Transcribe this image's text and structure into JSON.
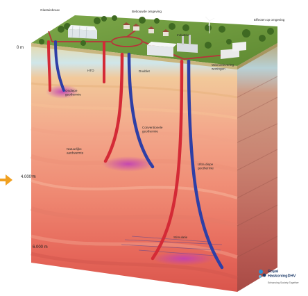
{
  "surface_labels": {
    "glashouse": "Glastuinbouw",
    "bebouwde": "Bebouwde omgeving",
    "effecten": "Effecten op omgeving",
    "industrie": "Industrie",
    "warmte": "Warmtelevering\nwoningen"
  },
  "depth_labels": {
    "d0": "0 m",
    "d4000": "4.000 m",
    "d6000": "6.000 m"
  },
  "well_labels": {
    "ondiepe": "Ondiepe\ngeothermie",
    "hto": "HTO",
    "doublet": "Doublet",
    "conventionele": "Conventionele\ngeothermie",
    "aardgas": "Natuurlijke\naardwarmte",
    "ultradiepe": "Ultra diepe\ngeothermie",
    "egs": "Stimulatie"
  },
  "logo": {
    "name": "Royal\nHaskoningDHV",
    "tagline": "Enhancing Society Together"
  },
  "colors": {
    "hot_pipe": "#d42a36",
    "cold_pipe": "#2e3fa6",
    "grass": "#6e9b3c",
    "arrow": "#f0a020"
  }
}
